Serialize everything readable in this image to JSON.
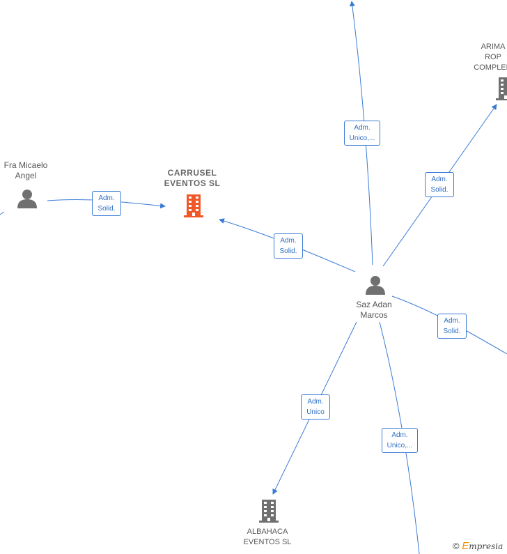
{
  "nodes": {
    "fra_micaelo": {
      "label": "Fra Micaelo\nAngel"
    },
    "carrusel": {
      "label": "CARRUSEL\nEVENTOS  SL"
    },
    "saz_adan": {
      "label": "Saz Adan\nMarcos"
    },
    "arima": {
      "label": "ARIMA\nROP\nCOMPLEM"
    },
    "albahaca": {
      "label": "ALBAHACA\nEVENTOS SL"
    }
  },
  "edges": {
    "fra_to_carrusel": "Adm.\nSolid.",
    "saz_to_carrusel": "Adm.\nSolid.",
    "saz_to_top": "Adm.\nUnico,...",
    "saz_to_arima": "Adm.\nSolid.",
    "saz_to_right": "Adm.\nSolid.",
    "saz_to_albahaca": "Adm.\nUnico",
    "saz_to_bottom": "Adm.\nUnico,..."
  },
  "colors": {
    "edge": "#3a7bd5",
    "person_icon": "#707070",
    "company_icon": "#707070",
    "company_highlight": "#f0582a"
  },
  "footer": {
    "copyright": "©",
    "brand_initial": "E",
    "brand_rest": "mpresia"
  }
}
